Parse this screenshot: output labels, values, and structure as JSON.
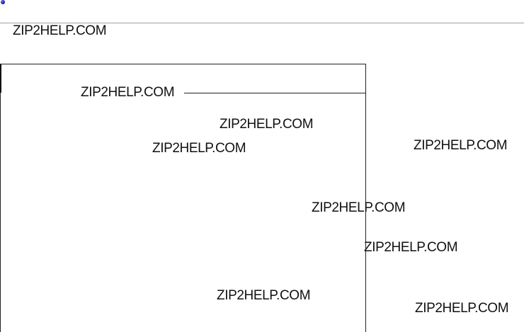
{
  "watermarks": [
    "ZIP2HELP.COM",
    "ZIP2HELP.COM",
    "ZIP2HELP.COM",
    "ZIP2HELP.COM",
    "ZIP2HELP.COM",
    "ZIP2HELP.COM",
    "ZIP2HELP.COM",
    "ZIP2HELP.COM",
    "ZIP2HELP.COM"
  ],
  "colors": {
    "bullet": "#1a1aa8",
    "text": "#111111",
    "rule": "#a0a0a0"
  }
}
